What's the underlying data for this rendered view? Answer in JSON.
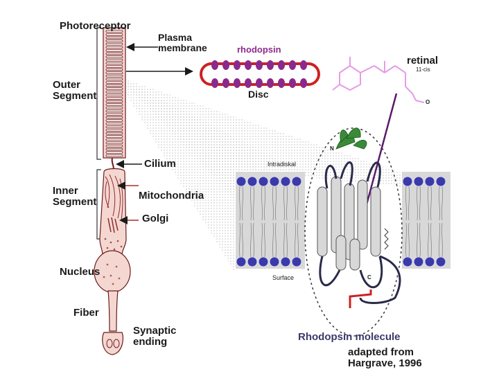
{
  "labels": {
    "photoreceptor": "Photoreceptor",
    "plasma_membrane": "Plasma\nmembrane",
    "rhodopsin": "rhodopsin",
    "retinal": "retinal",
    "eleven_cis": "11-cis",
    "disc": "Disc",
    "outer_segment": "Outer\nSegment",
    "cilium": "Cilium",
    "inner_segment": "Inner\nSegment",
    "mitochondria": "Mitochondria",
    "golgi": "Golgi",
    "nucleus": "Nucleus",
    "fiber": "Fiber",
    "synaptic_ending": "Synaptic\nending",
    "intradiskal": "Intradiskal",
    "surface": "Surface",
    "n_terminus": "N",
    "c_terminus": "C",
    "oxygen": "O",
    "rhodopsin_molecule": "Rhodopsin molecule",
    "credit": "adapted from\nHargrave, 1996"
  },
  "colors": {
    "cell_fill": "#f5d7d2",
    "cell_stroke": "#6b1a1a",
    "rhodopsin_text": "#8b2a8b",
    "retinal_molecule": "#e69be6",
    "disc_outline": "#cc2222",
    "membrane_head": "#3a3aaa",
    "membrane_bg": "#c8c8c8",
    "helix_fill": "#d8d8d8",
    "loop_line": "#2a2a4a",
    "n_terminal": "#3a8a3a",
    "c_terminal": "#cc2222",
    "arrow_purple": "#5a1a6a",
    "label_red": "#b02a2a"
  }
}
